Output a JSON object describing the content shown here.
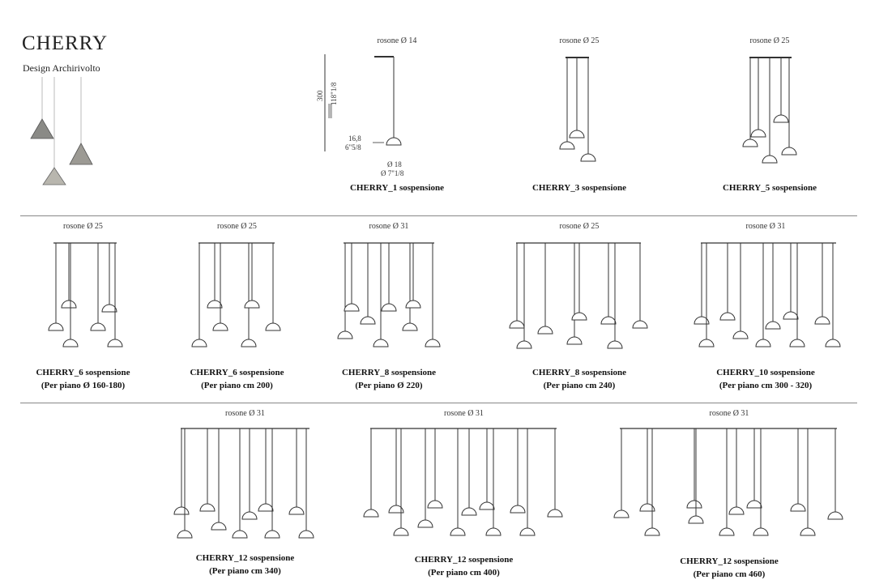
{
  "header": {
    "title": "CHERRY",
    "subtitle": "Design Archirivolto"
  },
  "products": [
    {
      "rosone": "rosone Ø 14",
      "name": "CHERRY_1 sospensione",
      "plane": ""
    },
    {
      "rosone": "rosone Ø 25",
      "name": "CHERRY_3 sospensione",
      "plane": ""
    },
    {
      "rosone": "rosone Ø 25",
      "name": "CHERRY_5 sospensione",
      "plane": ""
    },
    {
      "rosone": "rosone Ø 25",
      "name": "CHERRY_6 sospensione",
      "plane": "(Per piano Ø 160-180)"
    },
    {
      "rosone": "rosone Ø 25",
      "name": "CHERRY_6 sospensione",
      "plane": "(Per piano cm 200)"
    },
    {
      "rosone": "rosone Ø 31",
      "name": "CHERRY_8 sospensione",
      "plane": "(Per piano Ø 220)"
    },
    {
      "rosone": "rosone Ø 25",
      "name": "CHERRY_8 sospensione",
      "plane": "(Per piano cm 240)"
    },
    {
      "rosone": "rosone Ø 31",
      "name": "CHERRY_10 sospensione",
      "plane": "(Per piano cm 300 - 320)"
    },
    {
      "rosone": "rosone Ø 31",
      "name": "CHERRY_12 sospensione",
      "plane": "(Per piano cm 340)"
    },
    {
      "rosone": "rosone Ø 31",
      "name": "CHERRY_12 sospensione",
      "plane": "(Per piano cm 400)"
    },
    {
      "rosone": "rosone Ø 31",
      "name": "CHERRY_12 sospensione",
      "plane": "(Per piano cm 460)"
    }
  ],
  "dimensions": {
    "height_cm": "300",
    "height_in": "118\"1/8",
    "shade_h_cm": "16,8",
    "shade_h_in": "6\"5/8",
    "shade_d_cm": "Ø 18",
    "shade_d_in": "Ø 7\"1/8"
  }
}
